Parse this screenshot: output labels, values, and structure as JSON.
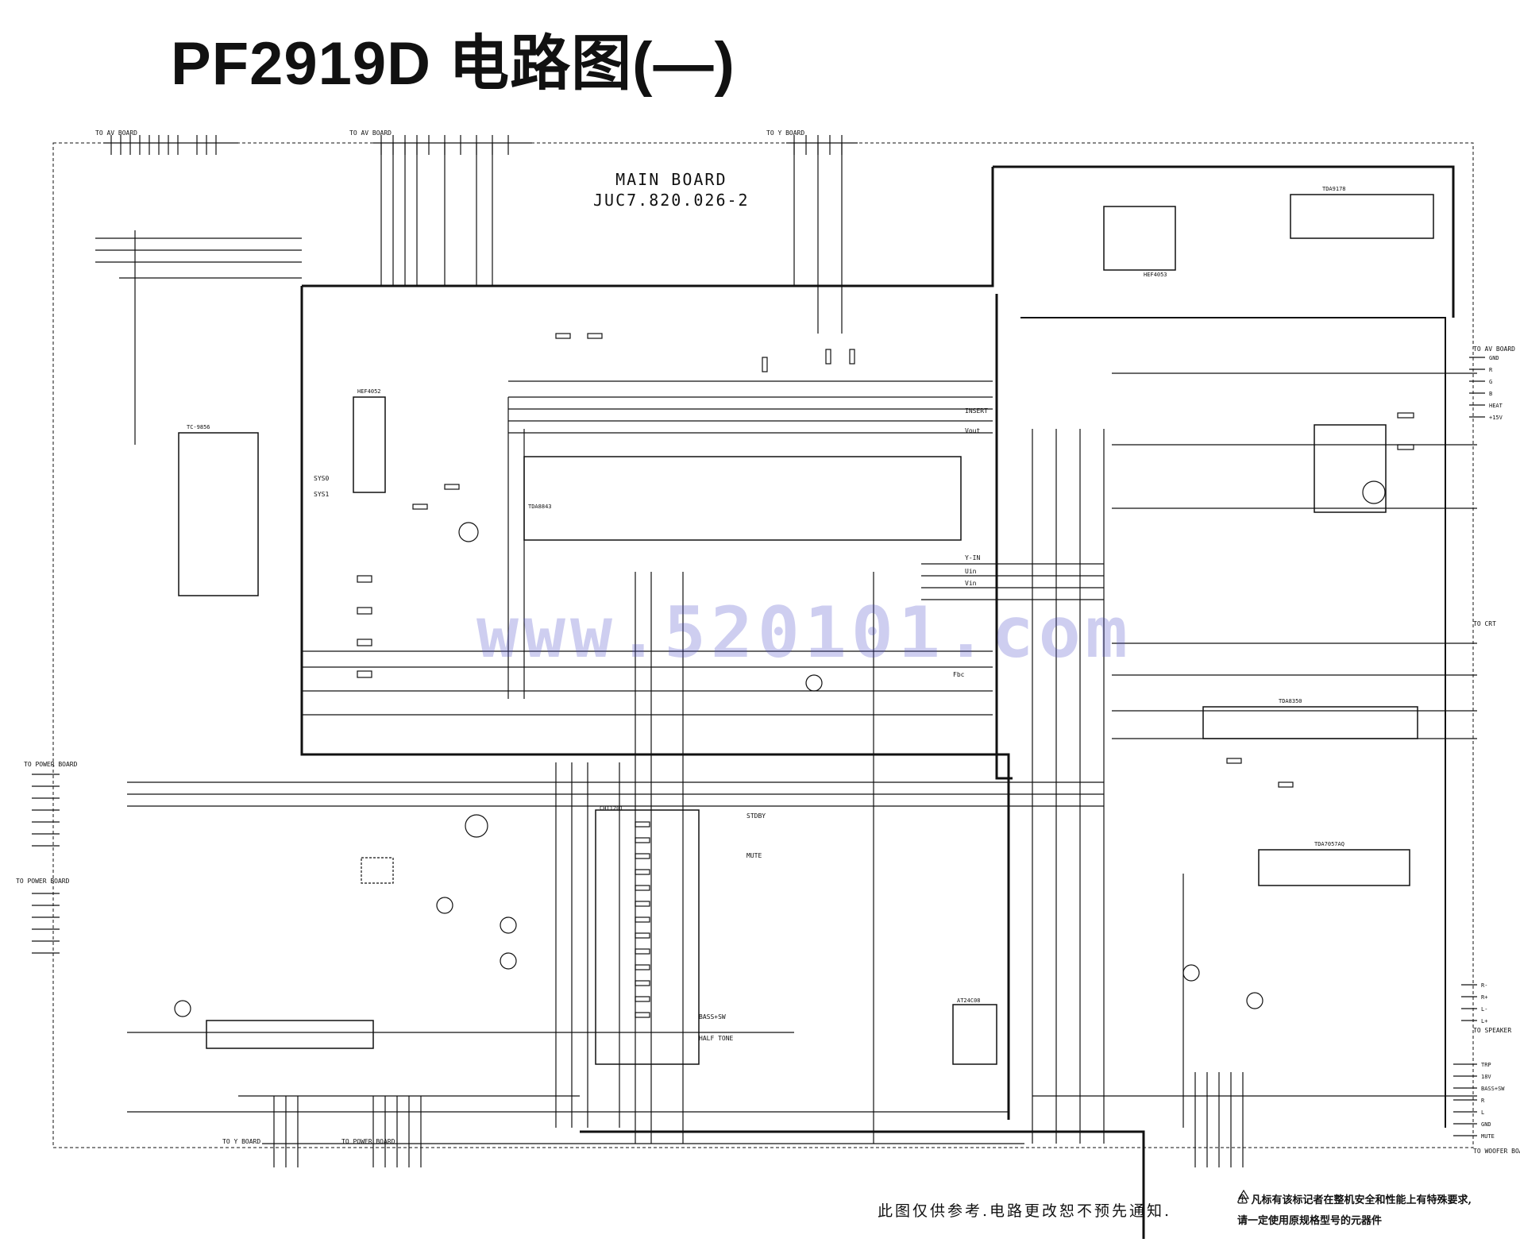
{
  "title": "PF2919D 电路图(—)",
  "board": {
    "name": "MAIN  BOARD",
    "code": "JUC7.820.026-2"
  },
  "watermark": "www.520101.com",
  "footer": {
    "left_note": "此图仅供参考.电路更改恕不预先通知.",
    "right_note_line1": "⚠ 凡标有该标记者在整机安全和性能上有特殊要求,",
    "right_note_line2": "请一定使用原规格型号的元器件"
  },
  "connectors": {
    "av_board_1": "TO AV BOARD",
    "av_board_2": "TO AV BOARD",
    "y_board": "TO Y BOARD",
    "av_board_right": "TO AV BOARD",
    "crt": "TO CRT",
    "power_board_1": "TO POWER BOARD",
    "power_board_2": "TO POWER BOARD",
    "y_board_bottom": "TO Y BOARD",
    "power_board_bottom": "TO POWER BOARD",
    "speaker": "TO SPEAKER",
    "woofer_board": "TO WOOFER BOARD"
  },
  "chips": {
    "n201": "TDA8843",
    "n801": "TDA7057AQ",
    "n451": "TDA8350",
    "n601": "TDA9178",
    "n602": "HEF4053",
    "n002": "HEF4052",
    "n701": "CHT1201",
    "n702": "AT24C08",
    "n903": "TC-9856"
  },
  "signals": {
    "y_in": "Y-IN",
    "y_out": "Vout",
    "u_in": "Uin",
    "v_in": "Vin",
    "insert": "INSERT",
    "sync_1": "SYS0",
    "sync_2": "SYS1",
    "half_tone": "HALF TONE",
    "bass_sw": "BASS+SW",
    "standby": "STDBY",
    "mute": "MUTE",
    "fbc": "Fbc"
  },
  "right_connectors": {
    "crt_pins": [
      "GND",
      "R",
      "G",
      "B",
      "HEAT",
      "+15V"
    ],
    "speaker_pins": [
      "R-",
      "R+",
      "L-",
      "L+"
    ],
    "woofer_pins": [
      "TRP",
      "18V",
      "BASS+SW",
      "R",
      "L",
      "GND",
      "MUTE"
    ]
  }
}
